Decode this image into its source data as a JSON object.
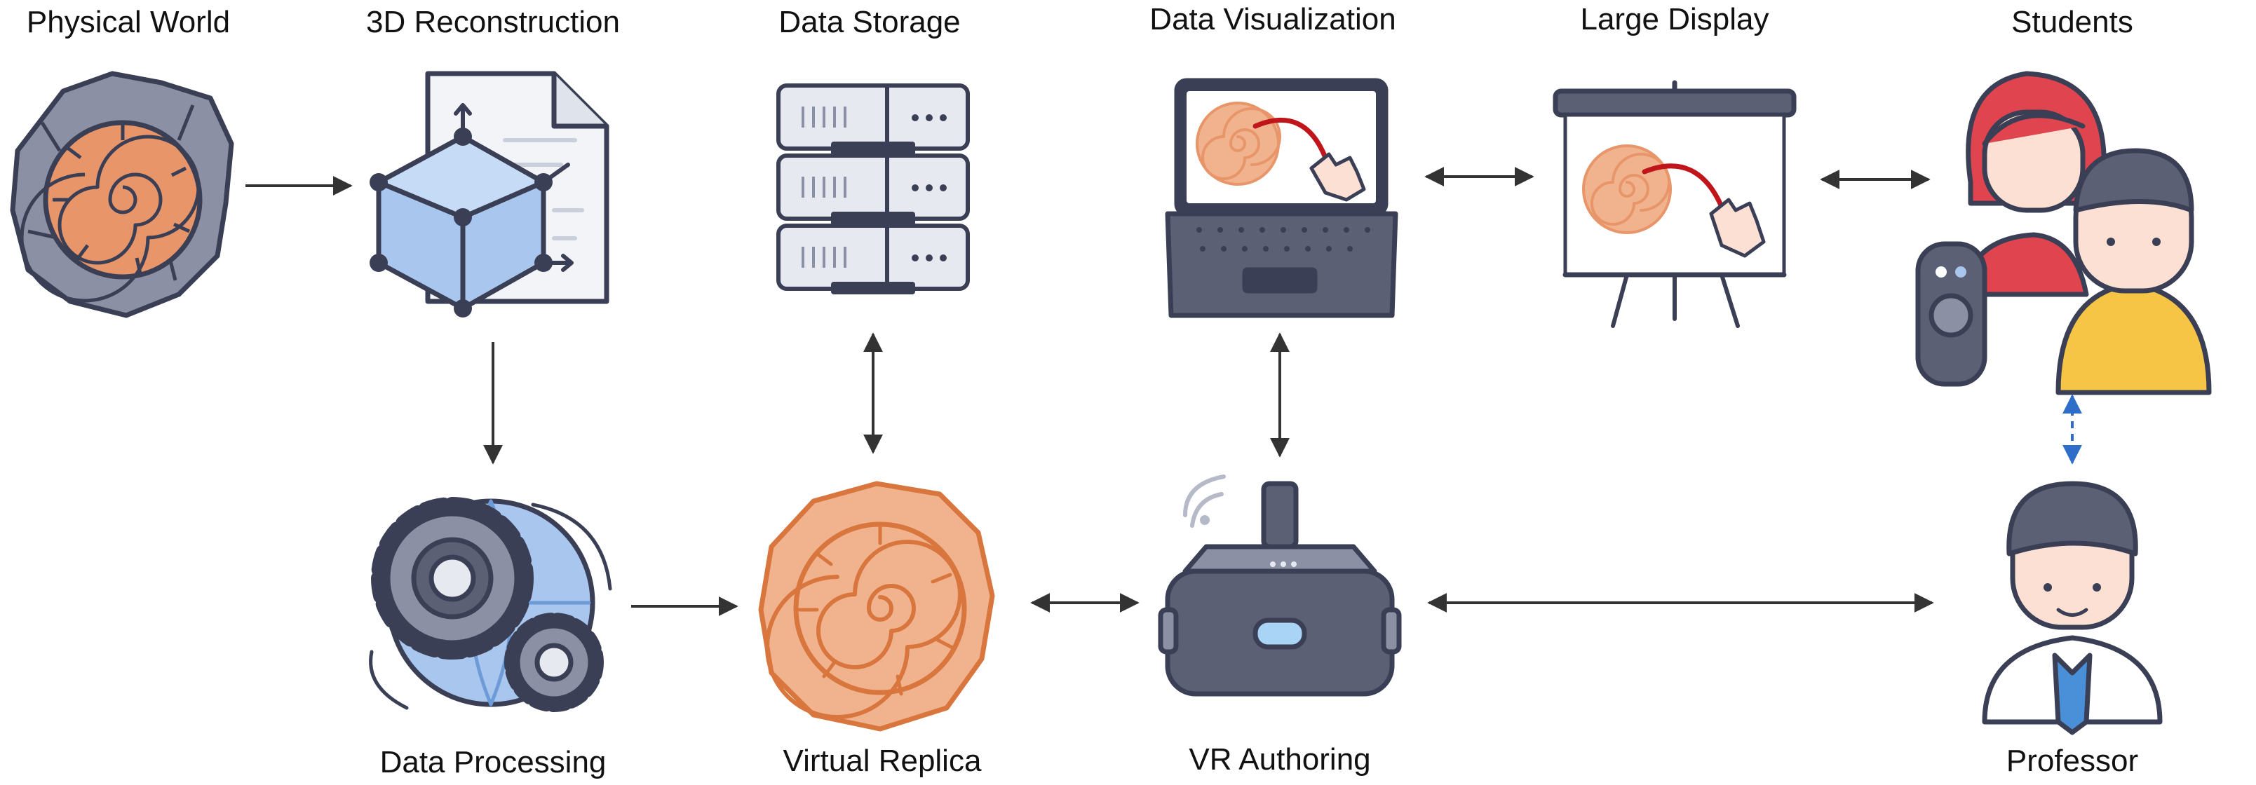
{
  "nodes": [
    {
      "id": "physical_world",
      "label": "Physical World",
      "icon": "ammonite-fossil-rock-icon"
    },
    {
      "id": "reconstruction",
      "label": "3D Reconstruction",
      "icon": "3d-cube-document-icon"
    },
    {
      "id": "data_storage",
      "label": "Data Storage",
      "icon": "server-rack-icon"
    },
    {
      "id": "data_visualization",
      "label": "Data Visualization",
      "icon": "laptop-fossil-icon"
    },
    {
      "id": "large_display",
      "label": "Large Display",
      "icon": "projector-screen-icon"
    },
    {
      "id": "students",
      "label": "Students",
      "icon": "students-with-remote-icon"
    },
    {
      "id": "data_processing",
      "label": "Data Processing",
      "icon": "gears-globe-icon"
    },
    {
      "id": "virtual_replica",
      "label": "Virtual Replica",
      "icon": "fossil-replica-icon"
    },
    {
      "id": "vr_authoring",
      "label": "VR Authoring",
      "icon": "vr-headset-icon"
    },
    {
      "id": "professor",
      "label": "Professor",
      "icon": "professor-icon"
    }
  ],
  "edges": [
    {
      "from": "physical_world",
      "to": "reconstruction",
      "direction": "forward"
    },
    {
      "from": "reconstruction",
      "to": "data_processing",
      "direction": "forward"
    },
    {
      "from": "data_processing",
      "to": "virtual_replica",
      "direction": "forward"
    },
    {
      "from": "data_storage",
      "to": "virtual_replica",
      "direction": "both"
    },
    {
      "from": "virtual_replica",
      "to": "vr_authoring",
      "direction": "both"
    },
    {
      "from": "data_visualization",
      "to": "vr_authoring",
      "direction": "both"
    },
    {
      "from": "data_visualization",
      "to": "large_display",
      "direction": "both"
    },
    {
      "from": "large_display",
      "to": "students",
      "direction": "both"
    },
    {
      "from": "vr_authoring",
      "to": "professor",
      "direction": "both"
    },
    {
      "from": "students",
      "to": "professor",
      "direction": "both",
      "style": "dashed"
    }
  ],
  "colors": {
    "arrow": "#333333",
    "dashed_arrow": "#2f6ec8",
    "outline": "#3a3f55",
    "fossil_orange": "#e8956a",
    "rock_grey": "#8b90a4",
    "cube_blue": "#a9c7ee",
    "red_stroke": "#c0161b",
    "student_red": "#e0454f",
    "student_yellow": "#f6c545",
    "skin": "#fde0d4"
  }
}
